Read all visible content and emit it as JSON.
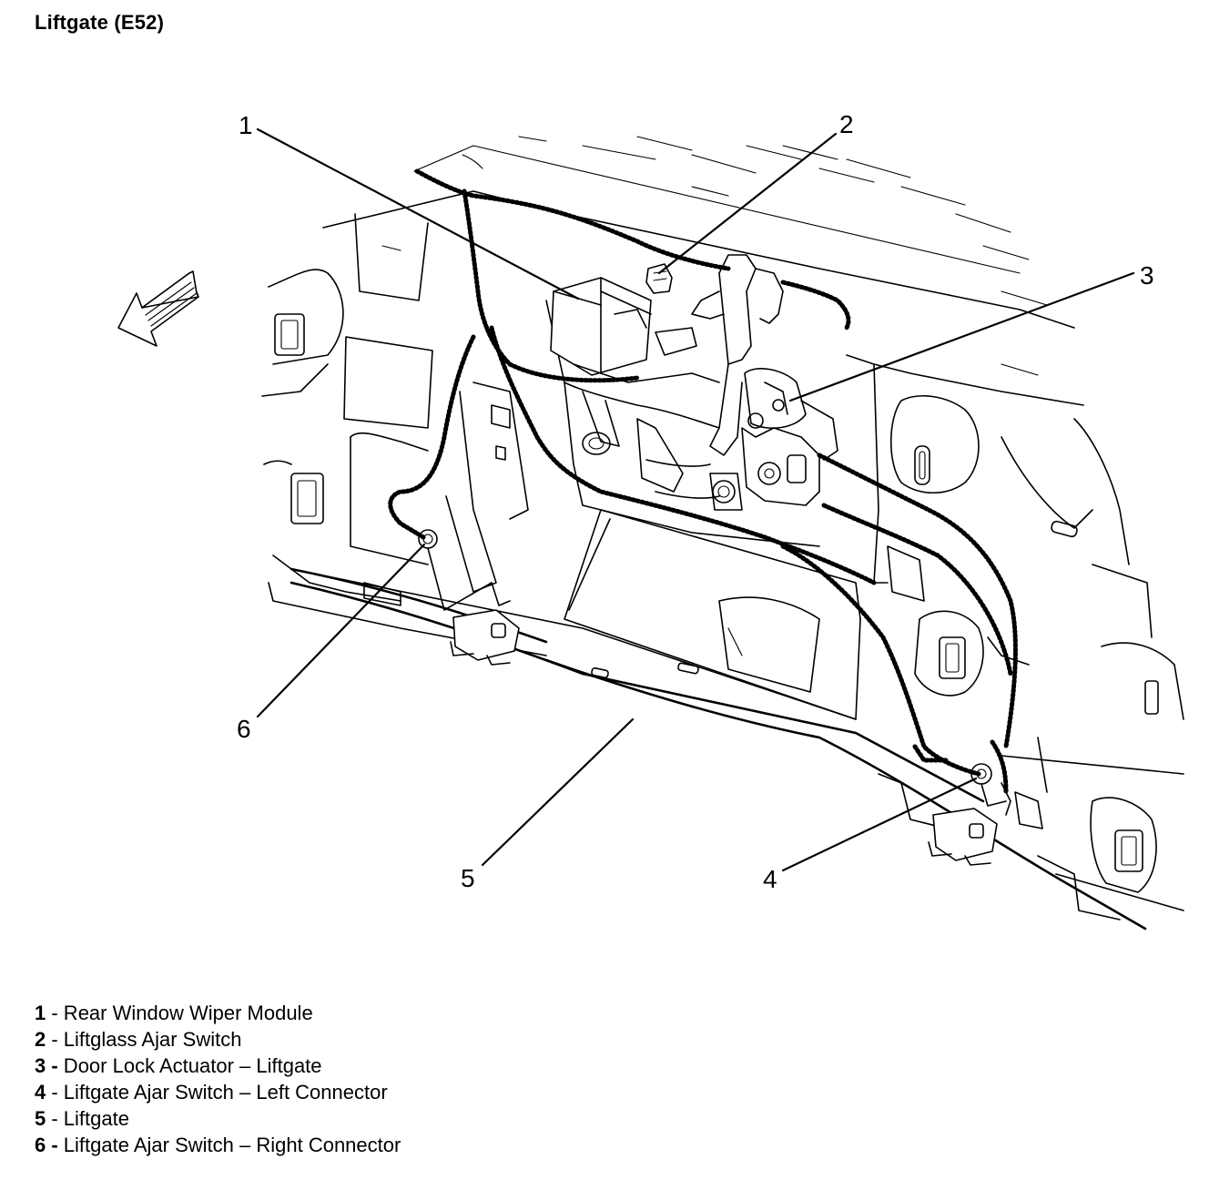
{
  "title": "Liftgate (E52)",
  "callouts": [
    {
      "num": "1"
    },
    {
      "num": "2"
    },
    {
      "num": "3"
    },
    {
      "num": "4"
    },
    {
      "num": "5"
    },
    {
      "num": "6"
    }
  ],
  "legend": [
    {
      "num": "1",
      "text": " - Rear Window Wiper Module"
    },
    {
      "num": "2",
      "text": " - Liftglass Ajar Switch"
    },
    {
      "num": "3 -",
      "text": " Door Lock Actuator – Liftgate"
    },
    {
      "num": "4",
      "text": " - Liftgate Ajar Switch – Left Connector"
    },
    {
      "num": "5",
      "text": " - Liftgate"
    },
    {
      "num": "6 -",
      "text": " Liftgate Ajar Switch – Right Connector"
    }
  ]
}
